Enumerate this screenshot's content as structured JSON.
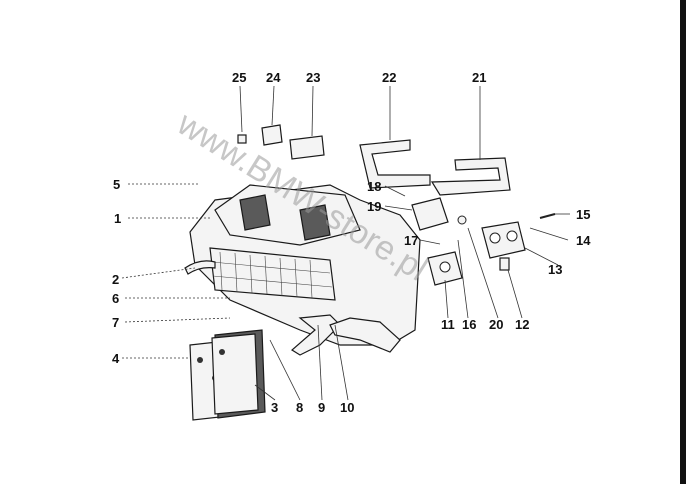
{
  "diagram": {
    "watermark": "www.BMW-store.pl",
    "callouts": [
      "1",
      "2",
      "3",
      "4",
      "5",
      "6",
      "7",
      "8",
      "9",
      "10",
      "11",
      "12",
      "13",
      "14",
      "15",
      "16",
      "17",
      "18",
      "19",
      "20",
      "21",
      "22",
      "23",
      "24",
      "25"
    ]
  }
}
